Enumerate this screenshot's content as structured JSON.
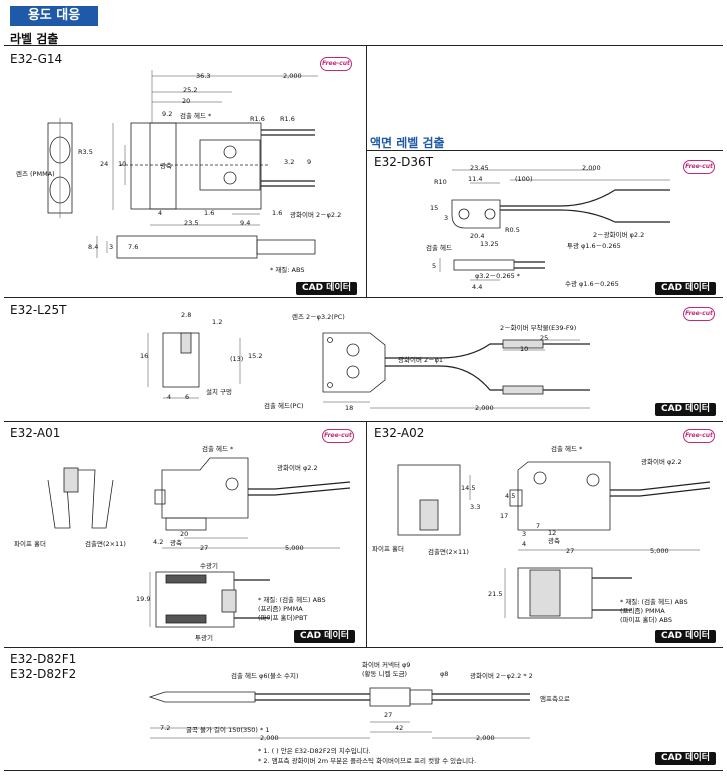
{
  "header": {
    "tag": "용도 대응",
    "subtitle": "라벨 검출"
  },
  "cad_label": "CAD 데이터",
  "free_label": "Free-cut",
  "panels": {
    "g14": {
      "model": "E32-G14",
      "dims": {
        "d36_3": "36.3",
        "d2000": "2,000",
        "d25_2": "25.2",
        "d20": "20",
        "d9_2": "9.2",
        "d1_6a": "1.6",
        "d1_6b": "1.6",
        "r1_6a": "R1.6",
        "r1_6b": "R1.6",
        "r3_5": "R3.5",
        "d24": "24",
        "d10": "10",
        "d3_2": "3.2",
        "d9": "9",
        "d4": "4",
        "d23_5": "23.5",
        "d9_4": "9.4",
        "d8_4": "8.4",
        "d3": "3",
        "d7_6": "7.6",
        "d1_6c": "1.6",
        "d1_6d": "1.6"
      },
      "labels": {
        "head": "검출 헤드 *",
        "axis": "광축",
        "lens": "렌즈\n(PMMA)",
        "fiber": "광화이버 2－φ2.2",
        "material": "* 재질: ABS"
      }
    },
    "d36t": {
      "section": "액면 레벨 검출",
      "model": "E32-D36T",
      "dims": {
        "d23_45": "23.45",
        "d11_4": "11.4",
        "d100": "(100)",
        "d2000": "2,000",
        "r10": "R10",
        "d15": "15",
        "d3": "3",
        "d20_4": "20.4",
        "r0_5": "R0.5",
        "d13_25": "13.25",
        "d5": "5",
        "d4_4": "4.4",
        "phi": "φ3.2－0.265 *"
      },
      "labels": {
        "head": "검출 헤드",
        "fiber": "2－광화이버 φ2.2",
        "emit": "투광 φ1.6－0.265",
        "recv": "수광 φ1.6－0.265"
      }
    },
    "l25t": {
      "model": "E32-L25T",
      "dims": {
        "d2_8": "2.8",
        "d1_2": "1.2",
        "d16": "16",
        "d13": "(13)",
        "d15_2": "15.2",
        "d4": "4",
        "d6": "6",
        "d18": "18",
        "d10": "10",
        "d25": "25",
        "d2000": "2,000"
      },
      "labels": {
        "lens": "렌즈 2－φ3.2(PC)",
        "hole": "설치 구멍",
        "head": "검출 헤드(PC)",
        "fiber": "광화이버 2－φ1",
        "attach": "2－화이버 부착물(E39-F9)"
      }
    },
    "a01": {
      "model": "E32-A01",
      "dims": {
        "d27": "27",
        "d20": "20",
        "d4_2": "4.2",
        "d5000": "5,000",
        "d19_9": "19.9"
      },
      "labels": {
        "head": "검출 헤드 *",
        "fiber": "광화이버 φ2.2",
        "pipe": "파이프 홀더",
        "surface": "검출면(2×11)",
        "axis": "광축",
        "recv": "수광기",
        "emit": "투광기",
        "material": "* 재질: (검출 헤드) ABS\n(프리즘) PMMA\n(파이프 홀더)PBT"
      }
    },
    "a02": {
      "model": "E32-A02",
      "dims": {
        "d14_5": "14.5",
        "d3_3": "3.3",
        "d4_5": "4.5",
        "d17": "17",
        "d3": "3",
        "d4": "4",
        "d7": "7",
        "d12": "12",
        "d27": "27",
        "d5000": "5,000",
        "d21_5": "21.5"
      },
      "labels": {
        "head": "검출 헤드 *",
        "fiber": "광화이버 φ2.2",
        "pipe": "파이프 홀더",
        "surface": "검출면(2×11)",
        "axis": "광축",
        "material": "* 재질: (검출 헤드) ABS\n(프리즘) PMMA\n(파이프 홀더) ABS"
      }
    },
    "d82": {
      "model1": "E32-D82F1",
      "model2": "E32-D82F2",
      "dims": {
        "d7_2": "7.2",
        "d2000a": "2,000",
        "d27": "27",
        "d42": "42",
        "d2000b": "2,000",
        "phi9": "φ9",
        "phi8": "φ8"
      },
      "labels": {
        "head": "검출 헤드 φ6(불소 수지)",
        "conn": "화이버 커넥터 φ9\n(황동 니켈 도금)",
        "fiber": "광화이버 2－φ2.2 * 2",
        "amp": "앰프측으로",
        "bend": "굴곡 불가 길이 150(350) * 1",
        "note1": "* 1. ( ) 안은 E32-D82F2의 치수입니다.",
        "note2": "* 2. 앰프측 광화이버 2m 부분은 플라스틱 화이버이므로 프리 컷할 수 있습니다."
      }
    }
  }
}
